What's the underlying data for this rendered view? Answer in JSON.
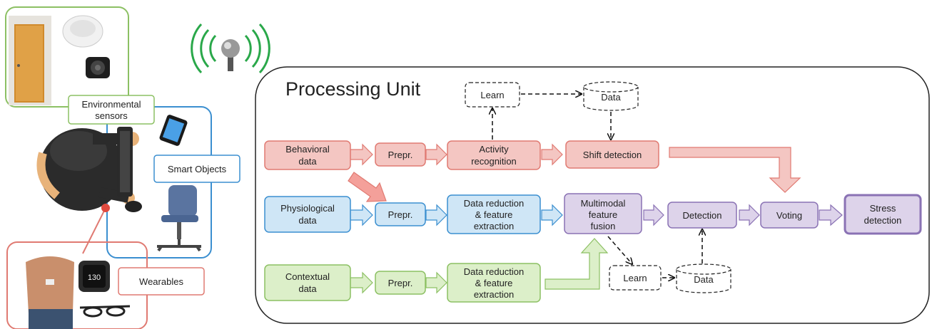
{
  "processing_unit": {
    "title": "Processing Unit"
  },
  "left_panel": {
    "environmental_sensors": [
      "Environmental",
      "sensors"
    ],
    "smart_objects": "Smart Objects",
    "wearables": "Wearables",
    "watch_display": "130"
  },
  "rows": {
    "behavioral": {
      "input": [
        "Behavioral",
        "data"
      ],
      "prepr": "Prepr.",
      "stage": [
        "Activity",
        "recognition"
      ],
      "shift": "Shift detection"
    },
    "physiological": {
      "input": [
        "Physiological",
        "data"
      ],
      "prepr": "Prepr.",
      "stage": [
        "Data reduction",
        "& feature",
        "extraction"
      ]
    },
    "contextual": {
      "input": [
        "Contextual",
        "data"
      ],
      "prepr": "Prepr.",
      "stage": [
        "Data reduction",
        "& feature",
        "extraction"
      ]
    }
  },
  "fusion": [
    "Multimodal",
    "feature",
    "fusion"
  ],
  "detection": "Detection",
  "voting": "Voting",
  "stress": [
    "Stress",
    "detection"
  ],
  "learn_top": "Learn",
  "data_top": "Data",
  "learn_bottom": "Learn",
  "data_bottom": "Data",
  "colors": {
    "red_fill": "#f4c6c2",
    "red_stroke": "#e07a72",
    "blue_fill": "#cfe6f6",
    "blue_stroke": "#3b8fd0",
    "green_fill": "#dcefc9",
    "green_stroke": "#8cc063",
    "purple_fill": "#ddd3ea",
    "purple_stroke": "#8a72b4",
    "antenna": "#2aa84a"
  }
}
